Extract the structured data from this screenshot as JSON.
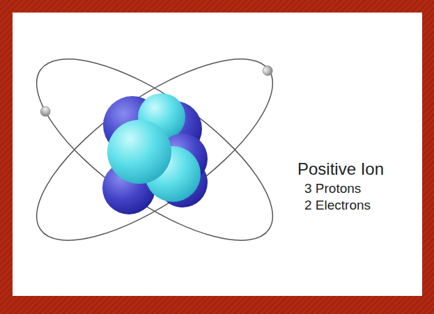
{
  "diagram": {
    "labels": [
      "Positive Ion",
      "3 Protons",
      "2 Electrons"
    ]
  }
}
